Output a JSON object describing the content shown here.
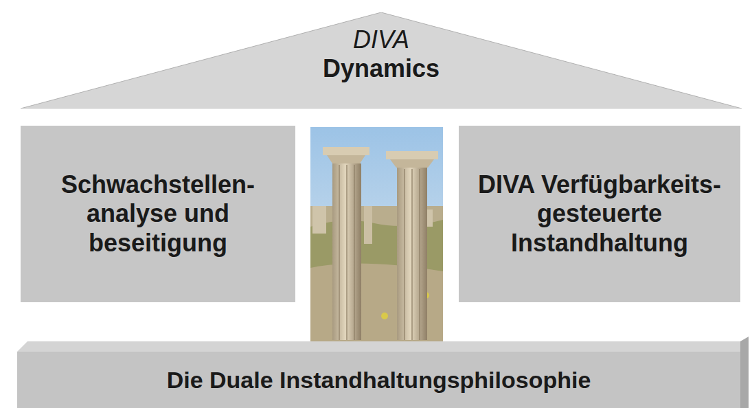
{
  "diagram": {
    "nodes": [
      {
        "text": [
          "DIVA",
          "Dynamics"
        ]
      },
      {
        "text": [
          "Schwachstellen- analyse und beseitigung"
        ]
      },
      {
        "text": [
          "DIVA Verfügbarkeits- gesteuerte Instandhaltung"
        ]
      },
      {
        "text": [
          "Die Duale Instandhaltungsphilosophie"
        ]
      }
    ]
  }
}
